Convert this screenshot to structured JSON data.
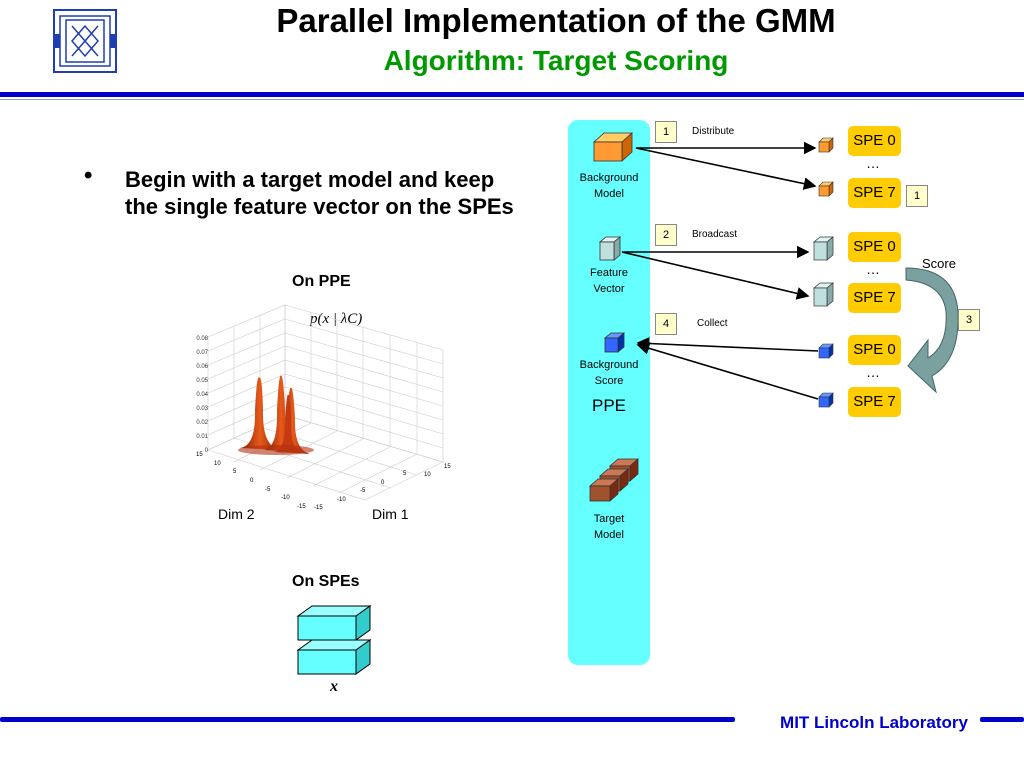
{
  "header": {
    "title": "Parallel Implementation of the GMM",
    "subtitle": "Algorithm: Target Scoring"
  },
  "body": {
    "bullet_marker": "•",
    "bullet_text": "Begin with a target model and keep the single feature vector on the SPEs"
  },
  "plot": {
    "caption": "On PPE",
    "formula": "p(x | λC)",
    "zticks": [
      "0.08",
      "0.07",
      "0.06",
      "0.05",
      "0.04",
      "0.03",
      "0.02",
      "0.01",
      "0"
    ],
    "dim2_ticks": [
      "15",
      "10",
      "5",
      "0",
      "-5",
      "-10",
      "-15"
    ],
    "dim1_ticks": [
      "-15",
      "-10",
      "-5",
      "0",
      "5",
      "10",
      "15"
    ],
    "dim2_label": "Dim 2",
    "dim1_label": "Dim 1"
  },
  "spes_section": {
    "caption": "On SPEs",
    "vector_label": "x"
  },
  "diagram": {
    "ppe_items": {
      "background_model": [
        "Background",
        "Model"
      ],
      "feature_vector": [
        "Feature",
        "Vector"
      ],
      "background_score": [
        "Background",
        "Score"
      ],
      "ppe_label": "PPE",
      "target_model": [
        "Target",
        "Model"
      ]
    },
    "steps": [
      {
        "num": "1",
        "label": "Distribute"
      },
      {
        "num": "2",
        "label": "Broadcast"
      },
      {
        "num": "4",
        "label": "Collect"
      }
    ],
    "spe_pairs": [
      {
        "top": "SPE 0",
        "bottom": "SPE 7"
      },
      {
        "top": "SPE 0",
        "bottom": "SPE 7"
      },
      {
        "top": "SPE 0",
        "bottom": "SPE 7"
      }
    ],
    "side_step": "1",
    "score_label": "Score",
    "score_step": "3",
    "ellipsis": "…"
  },
  "footer": {
    "org": "MIT Lincoln Laboratory"
  },
  "colors": {
    "accent_blue": "#0000cc",
    "subtitle_green": "#009900",
    "ppe_panel": "#66ffff",
    "spe_box": "#ffcc00",
    "orange_cube": "#ff9933",
    "blue_cube": "#3366ff",
    "brown_cube": "#a0522d"
  }
}
